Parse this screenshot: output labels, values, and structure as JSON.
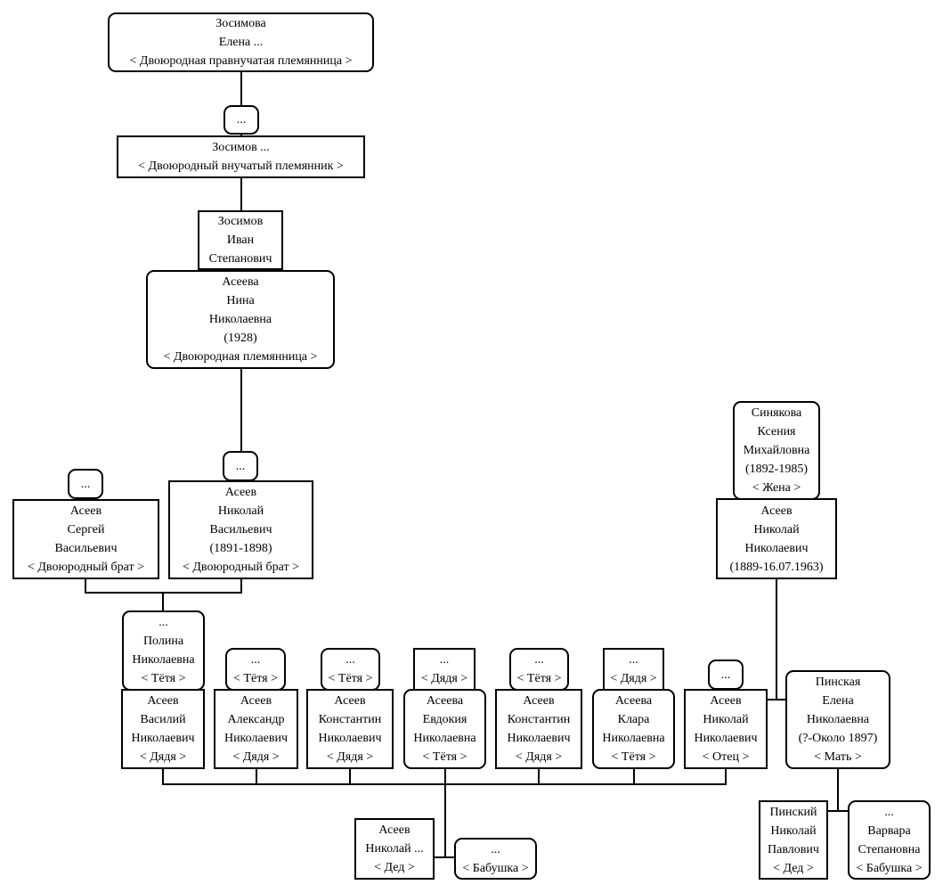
{
  "people": {
    "zosimova_elena": [
      "Зосимова",
      "Елена ...",
      "< Двоюродная правнучатая племянница >"
    ],
    "ellipsis_top": [
      "..."
    ],
    "zosimov": [
      "Зосимов ...",
      "< Двоюродный внучатый племянник >"
    ],
    "zosimov_ivan": [
      "Зосимов",
      "Иван",
      "Степанович"
    ],
    "aseeva_nina": [
      "Асеева",
      "Нина",
      "Николаевна",
      "(1928)",
      "< Двоюродная племянница >"
    ],
    "ellipsis_sergey_parent": [
      "..."
    ],
    "ellipsis_nikolay_vas_parent": [
      "..."
    ],
    "aseev_sergey": [
      "Асеев",
      "Сергей",
      "Васильевич",
      "< Двоюродный брат >"
    ],
    "aseev_nikolay_vas": [
      "Асеев",
      "Николай",
      "Васильевич",
      "(1891-1898)",
      "< Двоюродный брат >"
    ],
    "sinyakova_kseniya": [
      "Синякова",
      "Ксения",
      "Михайловна",
      "(1892-1985)",
      "< Жена >"
    ],
    "aseev_nikolay_nik": [
      "Асеев",
      "Николай",
      "Николаевич",
      "(1889-16.07.1963)"
    ],
    "polina": [
      "...",
      "Полина",
      "Николаевна",
      "< Тётя >"
    ],
    "spouse_alexandr": [
      "...",
      "< Тётя >"
    ],
    "spouse_konstantin1": [
      "...",
      "< Тётя >"
    ],
    "spouse_evdokiya": [
      "...",
      "< Дядя >"
    ],
    "spouse_konstantin2": [
      "...",
      "< Тётя >"
    ],
    "spouse_klara": [
      "...",
      "< Дядя >"
    ],
    "spouse_otec": [
      "..."
    ],
    "aseev_vasiliy": [
      "Асеев",
      "Василий",
      "Николаевич",
      "< Дядя >"
    ],
    "aseev_alexandr": [
      "Асеев",
      "Александр",
      "Николаевич",
      "< Дядя >"
    ],
    "aseev_konstantin1": [
      "Асеев",
      "Константин",
      "Николаевич",
      "< Дядя >"
    ],
    "aseeva_evdokiya": [
      "Асеева",
      "Евдокия",
      "Николаевна",
      "< Тётя >"
    ],
    "aseev_konstantin2": [
      "Асеев",
      "Константин",
      "Николаевич",
      "< Дядя >"
    ],
    "aseeva_klara": [
      "Асеева",
      "Клара",
      "Николаевна",
      "< Тётя >"
    ],
    "aseev_otec": [
      "Асеев",
      "Николай",
      "Николаевич",
      "< Отец >"
    ],
    "pinskaya_elena": [
      "Пинская",
      "Елена",
      "Николаевна",
      "(?-Около 1897)",
      "< Мать >"
    ],
    "aseev_ded": [
      "Асеев",
      "Николай ...",
      "< Дед >"
    ],
    "babushka1": [
      "...",
      "< Бабушка >"
    ],
    "pinskiy_ded": [
      "Пинский",
      "Николай",
      "Павлович",
      "< Дед >"
    ],
    "babushka2": [
      "...",
      "Варвара",
      "Степановна",
      "< Бабушка >"
    ]
  }
}
